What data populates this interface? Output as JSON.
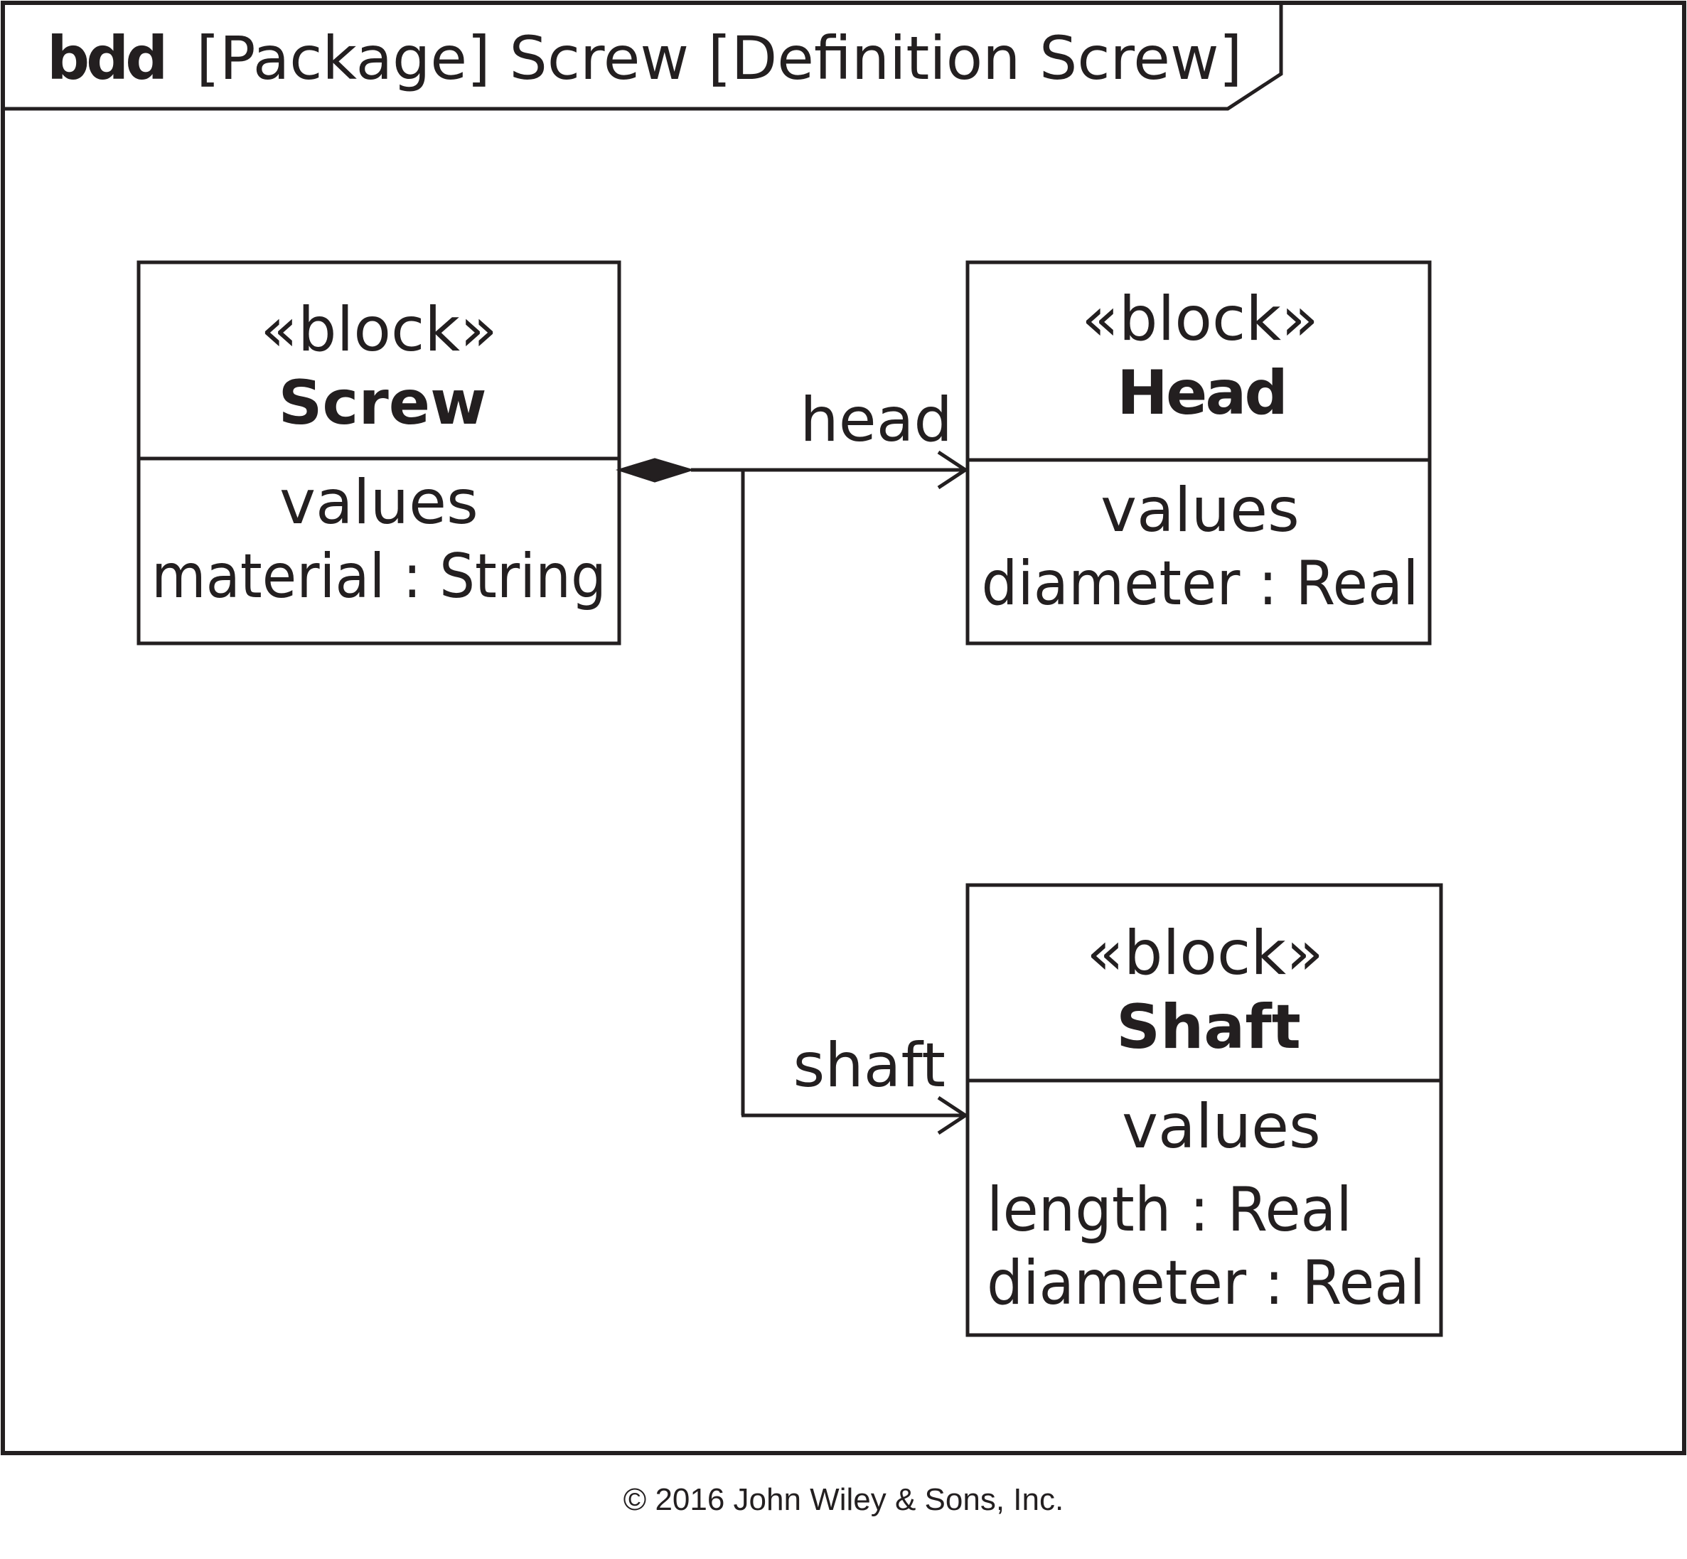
{
  "frame": {
    "kind": "bdd",
    "header": "[Package] Screw [Definition Screw]"
  },
  "blocks": {
    "screw": {
      "stereotype": "«block»",
      "name": "Screw",
      "compartment": "values",
      "properties": [
        "material : String"
      ]
    },
    "head": {
      "stereotype": "«block»",
      "name": "Head",
      "compartment": "values",
      "properties": [
        "diameter : Real"
      ]
    },
    "shaft": {
      "stereotype": "«block»",
      "name": "Shaft",
      "compartment": "values",
      "properties": [
        "length : Real",
        "diameter : Real"
      ]
    }
  },
  "associations": {
    "head_role": "head",
    "shaft_role": "shaft"
  },
  "copyright": "© 2016 John Wiley & Sons, Inc."
}
